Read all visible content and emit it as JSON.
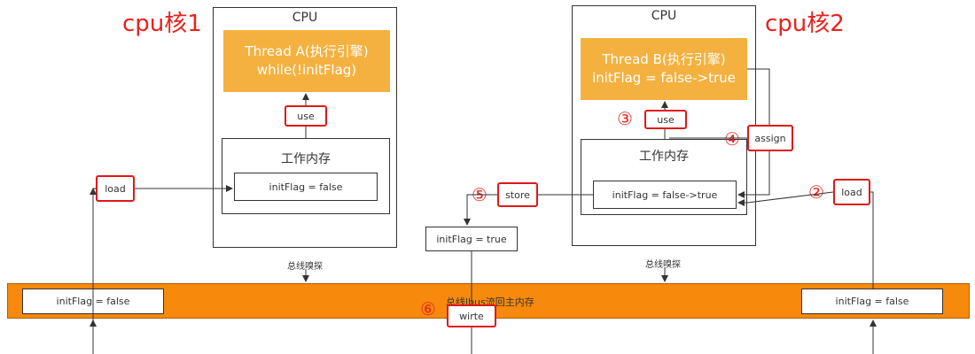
{
  "core1": {
    "label": "cpu核1",
    "cpu_title": "CPU",
    "thread_line1": "Thread A(执行引擎)",
    "thread_line2": "while(!initFlag)",
    "use_op": "use",
    "work_memory_title": "工作内存",
    "var_value": "initFlag = false",
    "load_op": "load",
    "snoop_label": "总线嗅探"
  },
  "core2": {
    "label": "cpu核2",
    "cpu_title": "CPU",
    "thread_line1": "Thread B(执行引擎)",
    "thread_line2": "initFlag = false->true",
    "use_op": "use",
    "assign_op": "assign",
    "work_memory_title": "工作内存",
    "var_value": "initFlag = false->true",
    "load_op": "load",
    "store_op": "store",
    "snoop_label": "总线嗅探"
  },
  "store_value": "initFlag = true",
  "bus": {
    "label": "总线lbus流回主内存",
    "write_op": "wirte",
    "left_value": "initFlag = false",
    "right_value": "initFlag = false"
  },
  "step_numbers": [
    "②",
    "③",
    "④",
    "⑤",
    "⑥"
  ],
  "colors": {
    "red": "#e8231e",
    "thread_orange": "#f5b13f",
    "bus_orange": "#f7890c"
  }
}
